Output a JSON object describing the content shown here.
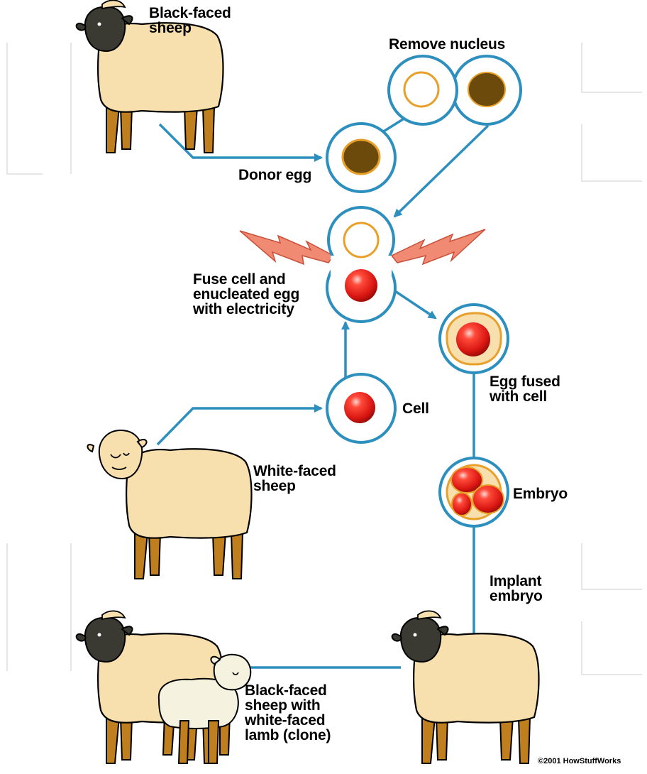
{
  "labels": {
    "black_faced_sheep": "Black-faced\nsheep",
    "remove_nucleus": "Remove nucleus",
    "donor_egg": "Donor egg",
    "fuse": "Fuse cell and\nenucleated egg\nwith electricity",
    "egg_fused": "Egg fused\nwith cell",
    "cell": "Cell",
    "white_faced_sheep": "White-faced\nsheep",
    "embryo": "Embryo",
    "implant": "Implant\nembryo",
    "clone": "Black-faced\nsheep with\nwhite-faced\nlamb (clone)"
  },
  "credit": "©2001 HowStuffWorks",
  "colors": {
    "line": "#2d8fbe",
    "wool": "#f7dfae",
    "face_dark": "#3a3a33",
    "leg": "#c07f1e",
    "nucleus_brown": "#6b4a0c",
    "nucleus_ring": "#e8a02a",
    "red": "#e8201c",
    "lightning": "#f08a72",
    "lamb": "#f5f3e0"
  }
}
